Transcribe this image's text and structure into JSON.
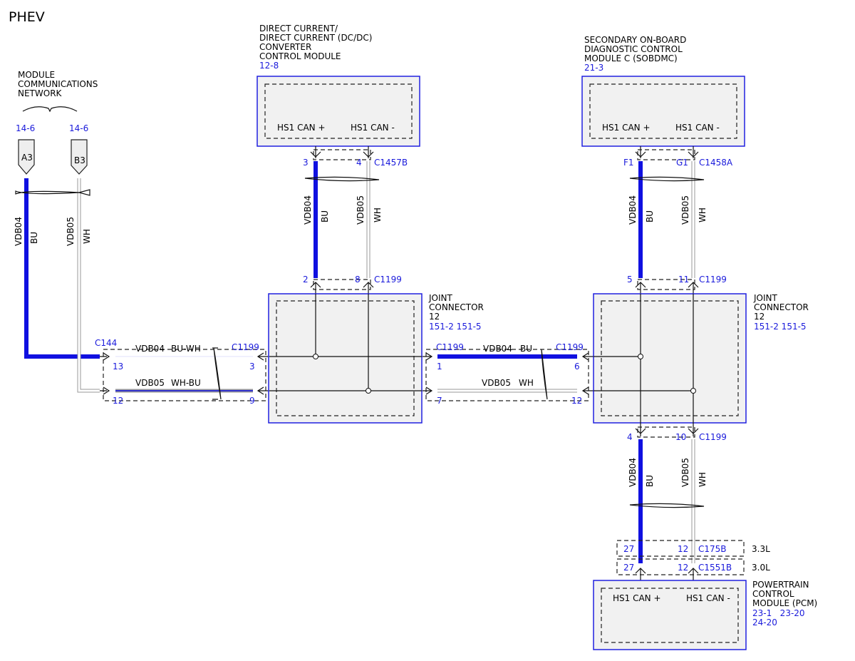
{
  "title": "PHEV",
  "network": {
    "lines": [
      "MODULE",
      "COMMUNICATIONS",
      "NETWORK"
    ],
    "ref_a": "14-6",
    "ref_b": "14-6",
    "pin_a": "A3",
    "pin_b": "B3"
  },
  "dcdc": {
    "lines": [
      "DIRECT CURRENT/",
      "DIRECT CURRENT (DC/DC)",
      "CONVERTER",
      "CONTROL MODULE"
    ],
    "ref": "12-8",
    "pin_plus": "HS1 CAN +",
    "pin_minus": "HS1 CAN -",
    "conn_top": "C1457B",
    "top_p1": "3",
    "top_p2": "4"
  },
  "sobdmc": {
    "lines": [
      "SECONDARY ON-BOARD",
      "DIAGNOSTIC CONTROL",
      "MODULE C (SOBDMC)"
    ],
    "ref": "21-3",
    "pin_plus": "HS1 CAN +",
    "pin_minus": "HS1 CAN -",
    "conn_top": "C1458A",
    "top_p1": "F1",
    "top_p2": "G1"
  },
  "joint1": {
    "lines": [
      "JOINT",
      "CONNECTOR",
      "12"
    ],
    "ref": "151-2 151-5"
  },
  "joint2": {
    "lines": [
      "JOINT",
      "CONNECTOR",
      "12"
    ],
    "ref": "151-2 151-5"
  },
  "pcm": {
    "lines": [
      "POWERTRAIN",
      "CONTROL",
      "MODULE (PCM)"
    ],
    "ref1": "23-1   23-20",
    "ref2": "24-20",
    "pin_plus": "HS1 CAN +",
    "pin_minus": "HS1 CAN -"
  },
  "wires": {
    "vdb04": "VDB04",
    "vdb05": "VDB05",
    "bu": "BU",
    "wh": "WH",
    "buwh": "BU-WH",
    "whbu": "WH-BU"
  },
  "connectors": {
    "c144": "C144",
    "c1199": "C1199",
    "c175b": "C175B",
    "c1551b": "C1551B",
    "c144_p13": "13",
    "c144_p12": "12",
    "j1_p2": "2",
    "j1_p8": "8",
    "j1_p3": "3",
    "j1_p9": "9",
    "j1_p1": "1",
    "j1_p7": "7",
    "j2_p5": "5",
    "j2_p11": "11",
    "j2_p6": "6",
    "j2_p12": "12",
    "j2_p4": "4",
    "j2_p10": "10",
    "pcm_p27a": "27",
    "pcm_p12a": "12",
    "pcm_p27b": "27",
    "pcm_p12b": "12"
  },
  "engine_variants": {
    "v1": "3.3L",
    "v2": "3.0L"
  }
}
